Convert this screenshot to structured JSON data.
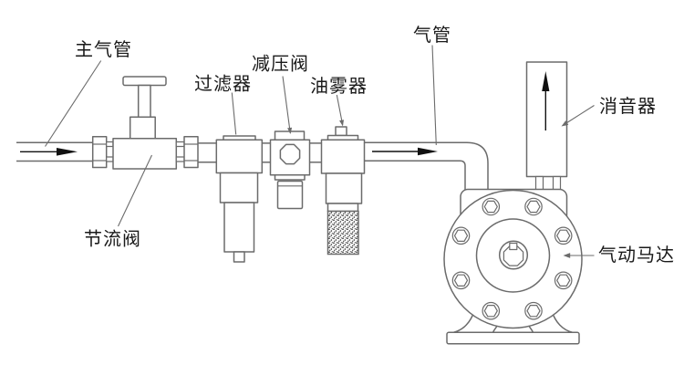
{
  "diagram": {
    "colors": {
      "background": "#ffffff",
      "line": "#6b6b6b",
      "text": "#1a1a1a",
      "arrow": "#111111",
      "mesh_dot": "#2b2b2b"
    },
    "labels": {
      "main_air_pipe": "主气管",
      "throttle_valve": "节流阀",
      "filter": "过滤器",
      "pressure_reducing_valve": "减压阀",
      "oil_mist_device": "油雾器",
      "air_pipe": "气管",
      "muffler": "消音器",
      "pneumatic_motor": "气动马达"
    },
    "icons": {
      "inlet_flow": "arrow-right",
      "outlet_flow": "arrow-right",
      "muffler_exhaust": "arrow-up"
    }
  }
}
